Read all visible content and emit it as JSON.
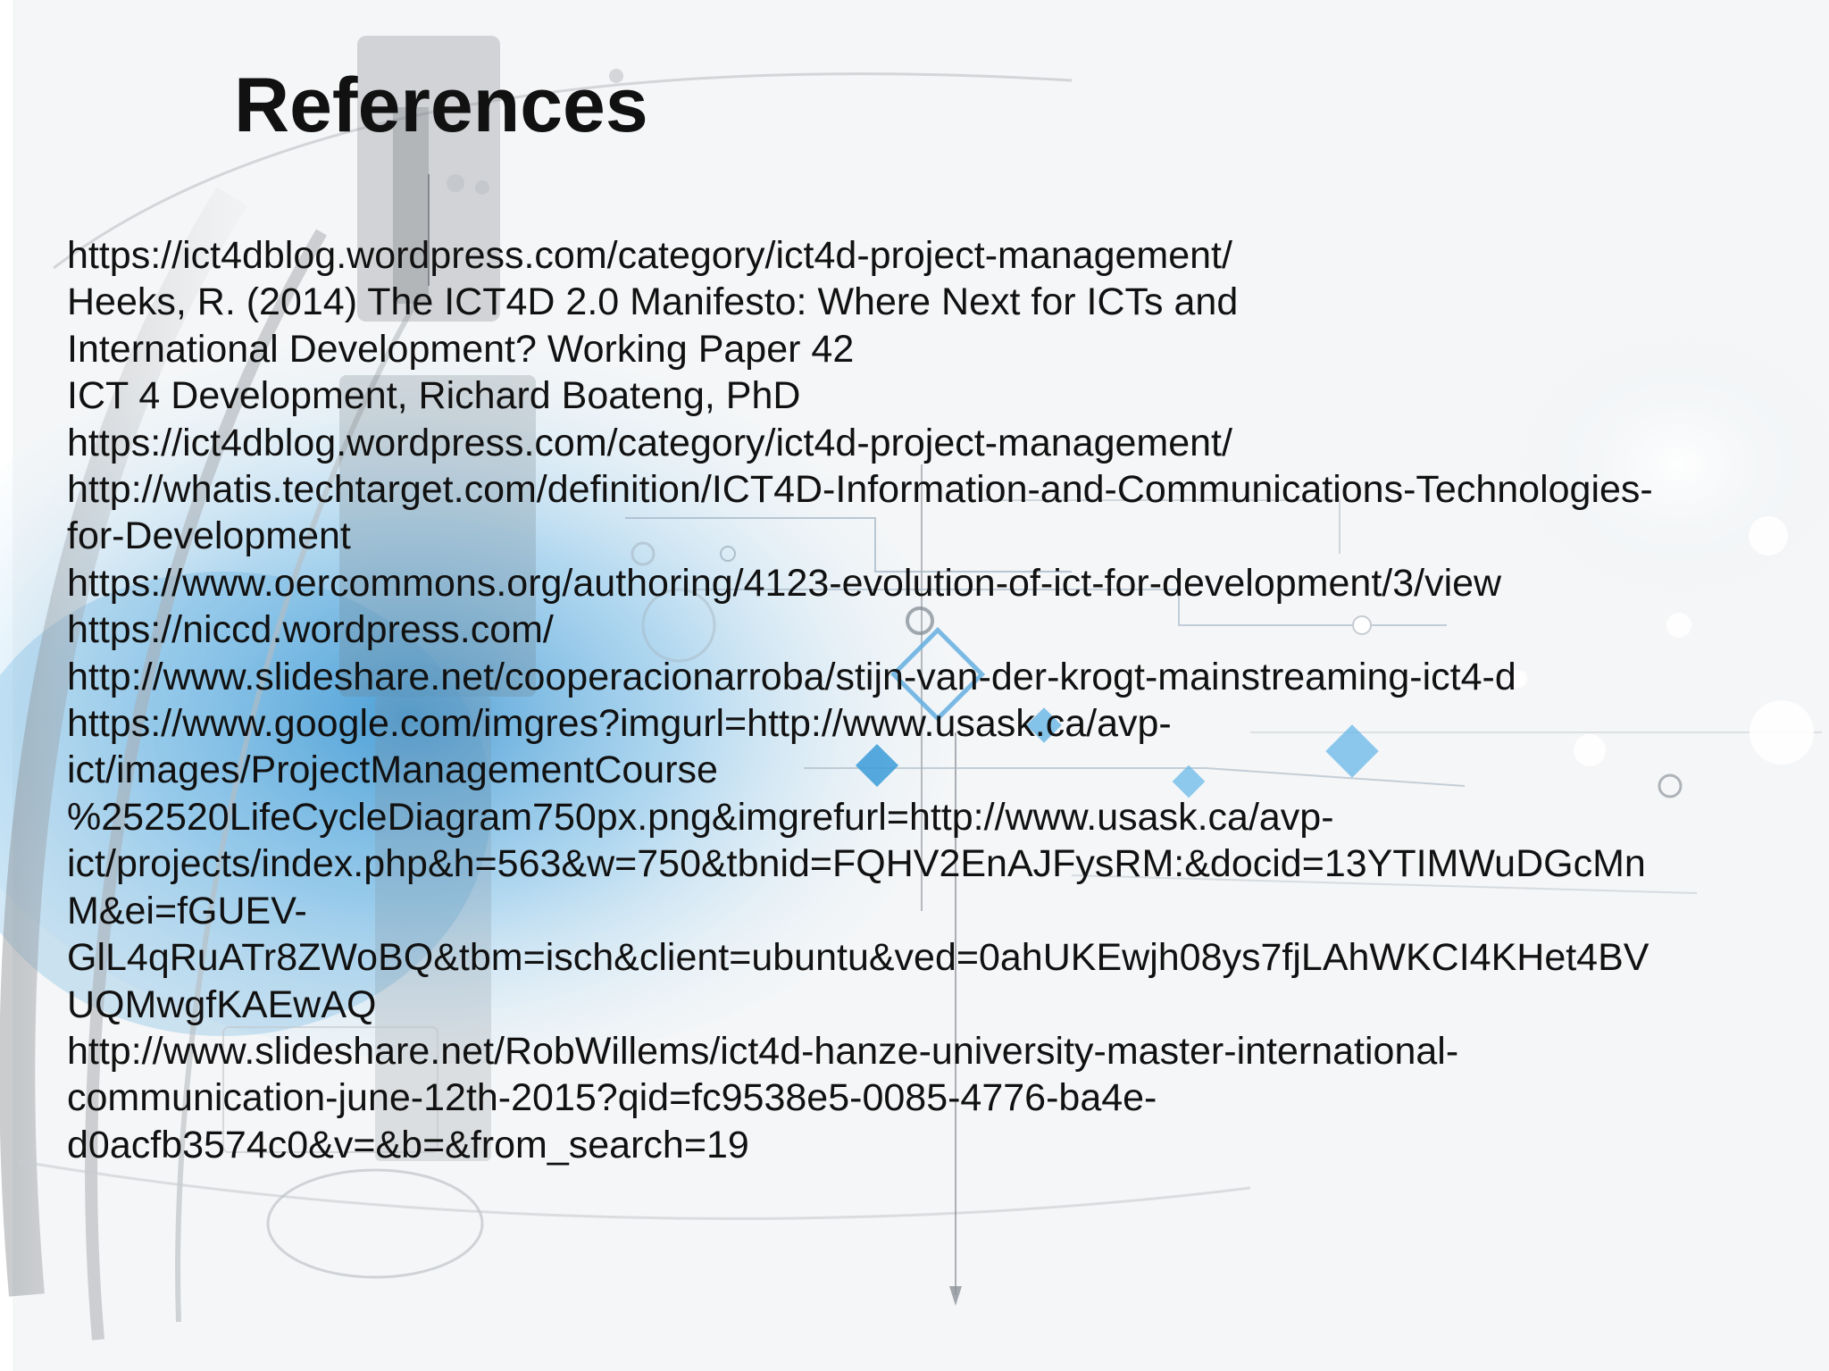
{
  "slide": {
    "title": "References",
    "reference_lines": [
      "https://ict4dblog.wordpress.com/category/ict4d-project-management/",
      "Heeks, R. (2014) The ICT4D 2.0 Manifesto: Where Next for ICTs and",
      "International Development?  Working Paper 42",
      "ICT 4 Development, Richard Boateng, PhD",
      "https://ict4dblog.wordpress.com/category/ict4d-project-management/",
      "http://whatis.techtarget.com/definition/ICT4D-Information-and-Communications-Technologies-",
      "for-Development",
      "https://www.oercommons.org/authoring/4123-evolution-of-ict-for-development/3/view",
      "https://niccd.wordpress.com/",
      "http://www.slideshare.net/cooperacionarroba/stijn-van-der-krogt-mainstreaming-ict4-d",
      "https://www.google.com/imgres?imgurl=http://www.usask.ca/avp-",
      "ict/images/ProjectManagementCourse",
      "%252520LifeCycleDiagram750px.png&imgrefurl=http://www.usask.ca/avp-",
      "ict/projects/index.php&h=563&w=750&tbnid=FQHV2EnAJFysRM:&docid=13YTIMWuDGcMn",
      "M&ei=fGUEV-",
      "GlL4qRuATr8ZWoBQ&tbm=isch&client=ubuntu&ved=0ahUKEwjh08ys7fjLAhWKCI4KHet4BV",
      "UQMwgfKAEwAQ",
      "http://www.slideshare.net/RobWillems/ict4d-hanze-university-master-international-",
      "communication-june-12th-2015?qid=fc9538e5-0085-4776-ba4e-",
      "d0acfb3574c0&v=&b=&from_search=19"
    ]
  },
  "colors": {
    "background": "#f6f6f6",
    "text": "#111111",
    "accent_blue": "#3a9bd8",
    "grey_art": "#9aa0a6"
  }
}
